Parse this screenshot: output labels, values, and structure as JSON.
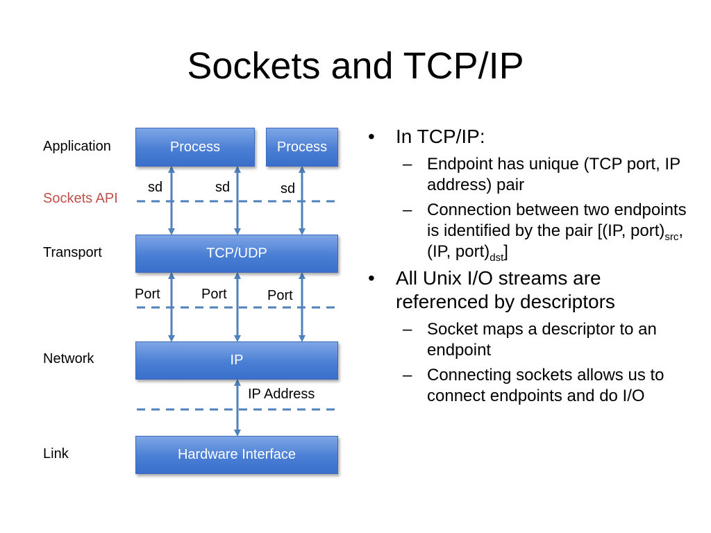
{
  "title": "Sockets and TCP/IP",
  "layers": {
    "application": "Application",
    "sockets_api": "Sockets API",
    "transport": "Transport",
    "network": "Network",
    "link": "Link"
  },
  "boxes": {
    "process_1": "Process",
    "process_2": "Process",
    "tcp_udp": "TCP/UDP",
    "ip": "IP",
    "hardware": "Hardware Interface"
  },
  "connector_labels": {
    "sd_1": "sd",
    "sd_2": "sd",
    "sd_3": "sd",
    "port_1": "Port",
    "port_2": "Port",
    "port_3": "Port",
    "ip_address": "IP Address"
  },
  "bullets": {
    "b1": "In TCP/IP:",
    "b1_s1": "Endpoint has unique (TCP port, IP address) pair",
    "b1_s2_pre": "Connection between two endpoints is identified by the pair [(IP, port)",
    "b1_s2_sub1": "src",
    "b1_s2_mid": ", (IP, port)",
    "b1_s2_sub2": "dst",
    "b1_s2_post": "]",
    "b2": "All Unix I/O streams are referenced by descriptors",
    "b2_s1": "Socket maps a descriptor to an endpoint",
    "b2_s2": "Connecting sockets allows us to connect endpoints and do I/O"
  },
  "colors": {
    "box_fill": "#4a7fd4",
    "connector": "#4f81bd",
    "api_label": "#c0504d"
  },
  "icons": {
    "bullet": "•",
    "dash": "–"
  }
}
